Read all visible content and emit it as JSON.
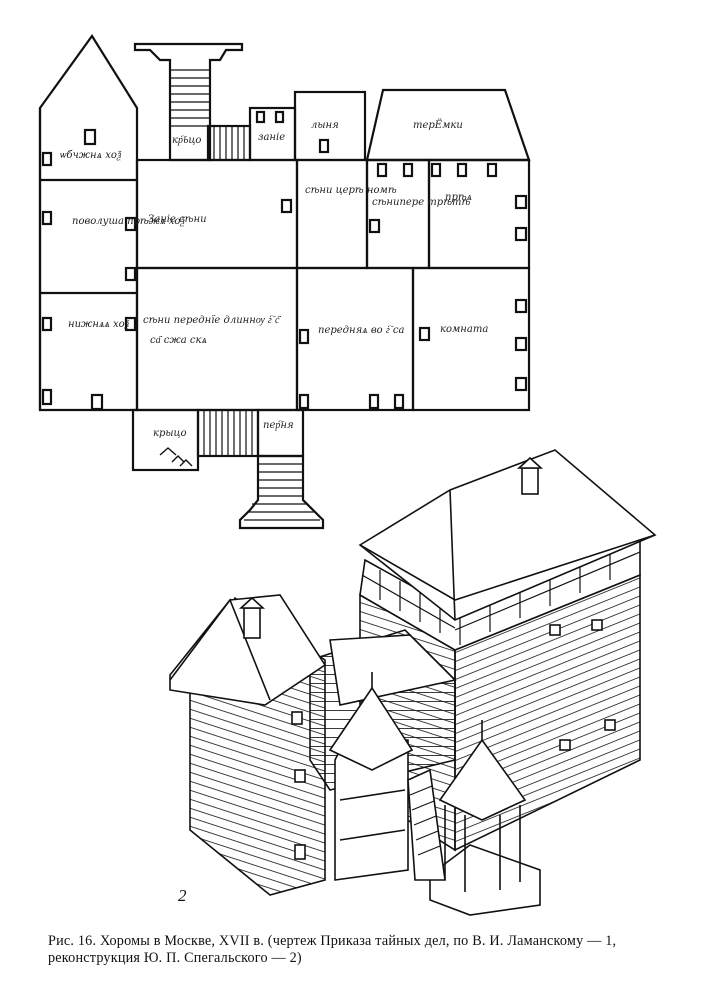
{
  "figure": {
    "caption": "Рис. 16. Хоромы в Москве, XVII в. (чертеж Приказа тайных дел, по В. И. Ламанскому — 1, реконструкция Ю. П. Спегальского — 2)",
    "panel_label_2": "2"
  },
  "plan_labels": {
    "kryltso_top": "кр҇ьцо",
    "zanie_top": "заніе",
    "lyvya": "лыня",
    "terema": "терЁмки",
    "left_top": "ѡбчжнѧ хоѯ",
    "left_mid": "поволуша прѣжѧ хоѯ",
    "left_bot": "нижнѧѧ хоѯ",
    "center_mid": "Заніе сѣни",
    "center_bot": "сѣни переднїе длиннѹ г҇ с҃",
    "center_bot2": "са҃ сжа скѧ",
    "stair_mid": "сѣни церѣ номѣ",
    "sredne": "сѣнипере трѣтѣ",
    "pryezd": "прѣѧ",
    "perednya": "передняѧ во г҇ са",
    "komnata": "комната",
    "kryltso_bot": "крыцо",
    "perednie_bot": "пер҇ня"
  }
}
